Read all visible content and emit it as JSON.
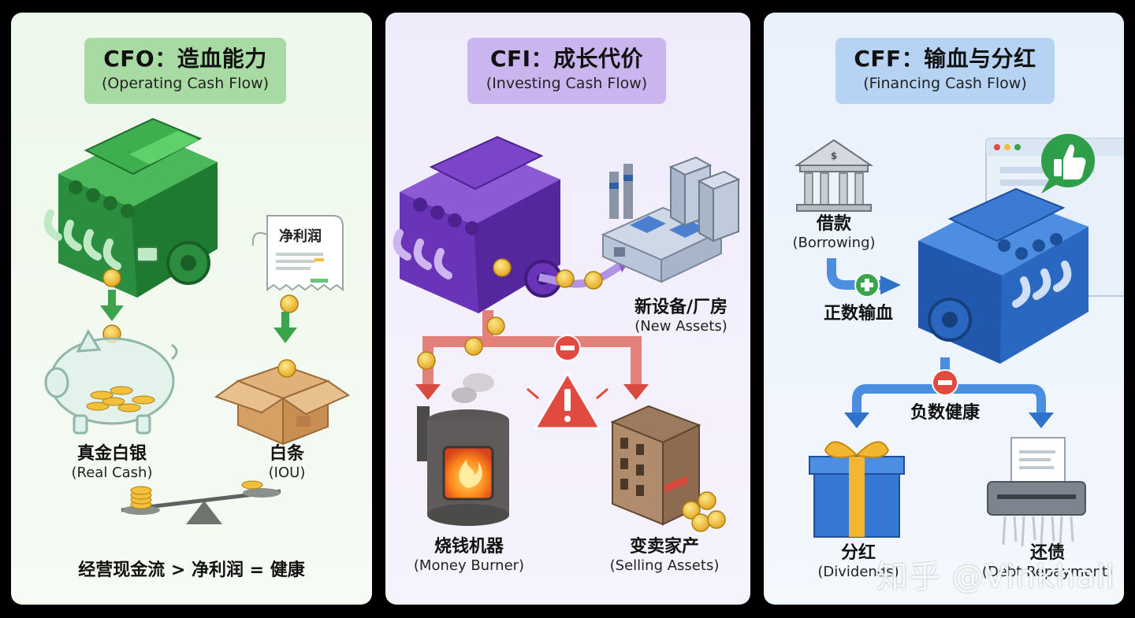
{
  "cfo": {
    "title": "CFO：造血能力",
    "subtitle": "(Operating Cash Flow)",
    "receipt_label": "净利润",
    "real_cash": {
      "cn": "真金白银",
      "en": "(Real Cash)"
    },
    "iou": {
      "cn": "白条",
      "en": "(IOU)"
    },
    "formula": "经营现金流 > 净利润 = 健康",
    "accent": "#2e9b45"
  },
  "cfi": {
    "title": "CFI：成长代价",
    "subtitle": "(Investing Cash Flow)",
    "new_assets": {
      "cn": "新设备/厂房",
      "en": "(New Assets)"
    },
    "money_burner": {
      "cn": "烧钱机器",
      "en": "(Money Burner)"
    },
    "selling_assets": {
      "cn": "变卖家产",
      "en": "(Selling Assets)"
    },
    "accent": "#7b3fc9"
  },
  "cff": {
    "title": "CFF：输血与分红",
    "subtitle": "(Financing Cash Flow)",
    "borrowing": {
      "cn": "借款",
      "en": "(Borrowing)"
    },
    "positive": "正数输血",
    "negative": "负数健康",
    "dividends": {
      "cn": "分红",
      "en": "(Dividends)"
    },
    "debt": {
      "cn": "还债",
      "en": "(Debt Repayment)"
    },
    "accent": "#2f72c9"
  },
  "watermark": "知乎 @Vinkhall"
}
